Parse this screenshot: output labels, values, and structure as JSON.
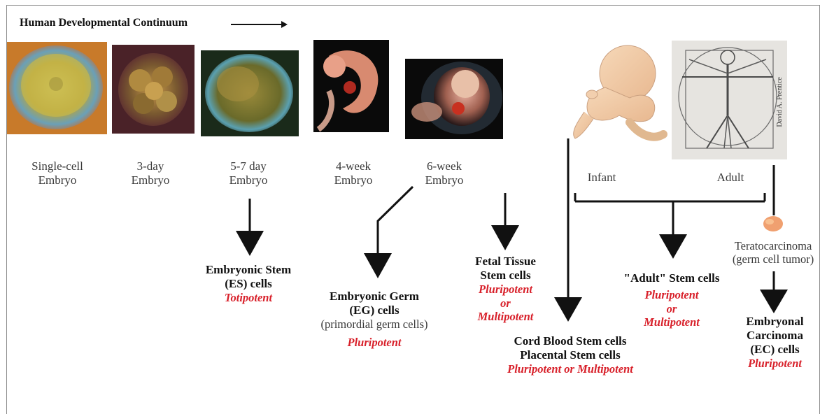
{
  "header": {
    "title": "Human Developmental Continuum"
  },
  "stages": [
    {
      "line1": "Single-cell",
      "line2": "Embryo"
    },
    {
      "line1": "3-day",
      "line2": "Embryo"
    },
    {
      "line1": "5-7 day",
      "line2": "Embryo"
    },
    {
      "line1": "4-week",
      "line2": "Embryo"
    },
    {
      "line1": "6-week",
      "line2": "Embryo"
    }
  ],
  "infant_label": "Infant",
  "adult_label": "Adult",
  "credit": "David A. Prentice",
  "tumor": {
    "line1": "Teratocarcinoma",
    "line2": "(germ cell tumor)"
  },
  "es": {
    "line1": "Embryonic Stem",
    "line2": "(ES) cells",
    "potency": "Totipotent"
  },
  "eg": {
    "line1": "Embryonic Germ",
    "line2": "(EG) cells",
    "note": "(primordial germ cells)",
    "potency": "Pluripotent"
  },
  "fetal": {
    "line1": "Fetal Tissue",
    "line2": "Stem cells",
    "potency1": "Pluripotent",
    "potency2": "or",
    "potency3": "Multipotent"
  },
  "cord": {
    "line1": "Cord Blood Stem cells",
    "line2": "Placental Stem cells",
    "potency": "Pluripotent or Multipotent"
  },
  "adult_sc": {
    "line1": "\"Adult\" Stem cells",
    "potency1": "Pluripotent",
    "potency2": "or",
    "potency3": "Multipotent"
  },
  "ec": {
    "line1": "Embryonal",
    "line2": "Carcinoma",
    "line3": "(EC) cells",
    "potency": "Pluripotent"
  },
  "colors": {
    "potency_red": "#d8202a",
    "arrow": "#111111"
  }
}
